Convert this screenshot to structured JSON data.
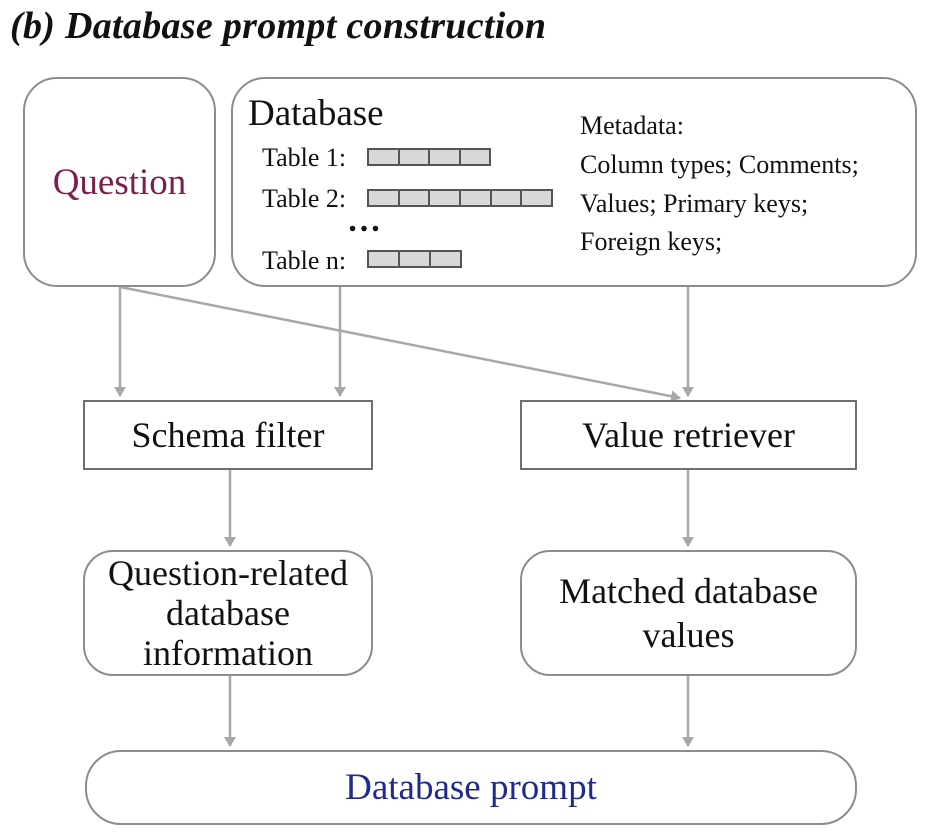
{
  "title": "(b) Database prompt construction",
  "question_box": {
    "label": "Question"
  },
  "database_box": {
    "label": "Database",
    "tables": [
      {
        "label": "Table 1:",
        "cells": 4
      },
      {
        "label": "Table 2:",
        "cells": 6
      },
      {
        "label": "Table n:",
        "cells": 3
      }
    ],
    "ellipsis": "…",
    "metadata": {
      "heading": "Metadata:",
      "lines": [
        "Column types; Comments;",
        "Values; Primary keys;",
        "Foreign keys;"
      ]
    }
  },
  "schema_filter": {
    "label": "Schema filter"
  },
  "value_retriever": {
    "label": "Value retriever"
  },
  "question_related": {
    "lines": [
      "Question-related",
      "database",
      "information"
    ]
  },
  "matched_values": {
    "lines": [
      "Matched database",
      "values"
    ]
  },
  "database_prompt": {
    "label": "Database prompt"
  },
  "colors": {
    "question": "#7b1f4d",
    "prompt": "#1f2a8c",
    "arrow": "#a8a8a8"
  }
}
